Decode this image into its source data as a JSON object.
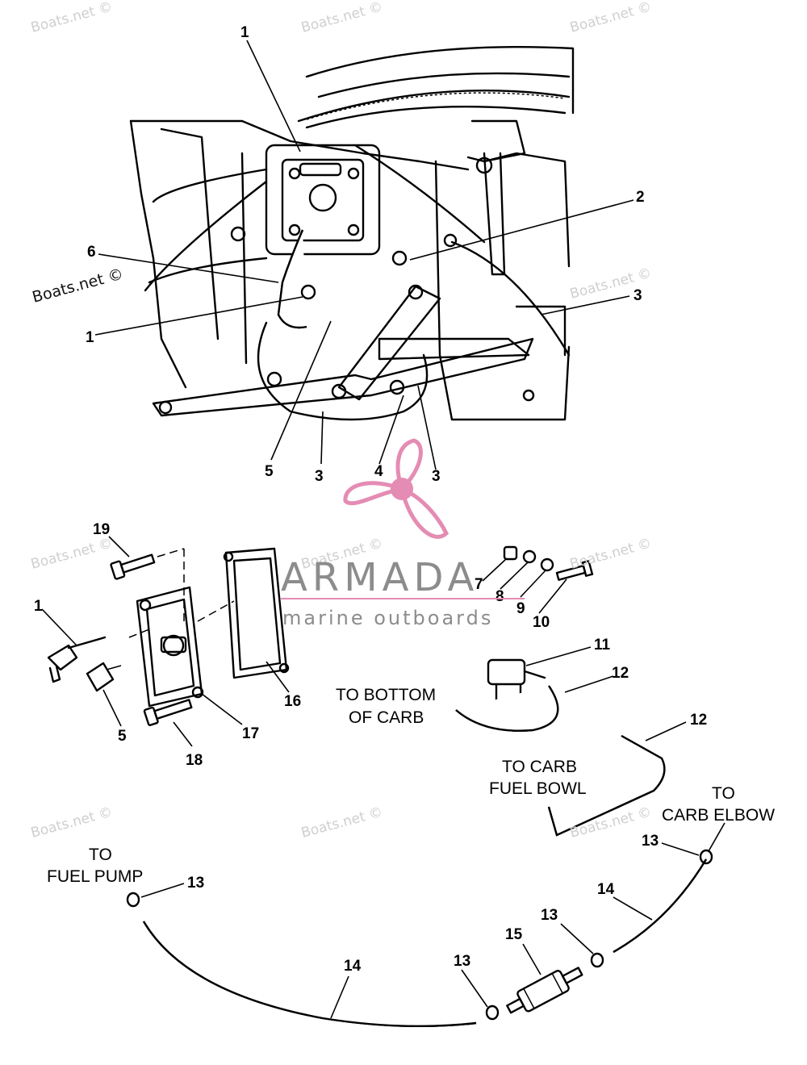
{
  "callouts": {
    "top": [
      "1",
      "2",
      "3",
      "6",
      "1",
      "5",
      "3",
      "4",
      "3"
    ],
    "bottom": [
      "19",
      "7",
      "8",
      "9",
      "10",
      "1",
      "5",
      "17",
      "16",
      "18",
      "11",
      "12",
      "12",
      "13",
      "13",
      "14",
      "14",
      "13",
      "15",
      "13"
    ]
  },
  "routing_labels": {
    "to_bottom_of_carb": [
      "TO BOTTOM",
      "OF CARB"
    ],
    "to_carb_fuel_bowl": [
      "TO CARB",
      "FUEL BOWL"
    ],
    "to_carb_elbow": [
      "TO",
      "CARB ELBOW"
    ],
    "to_fuel_pump": [
      "TO",
      "FUEL PUMP"
    ]
  },
  "watermark": {
    "text": "Boats.net ©",
    "brand": "ARMADA",
    "brand_sub": "marine outboards"
  },
  "colors": {
    "line": "#000000",
    "watermark_gray": "#cfcfcf",
    "brand_pink": "#e48cb4",
    "brand_gray": "#8c8c8c"
  }
}
